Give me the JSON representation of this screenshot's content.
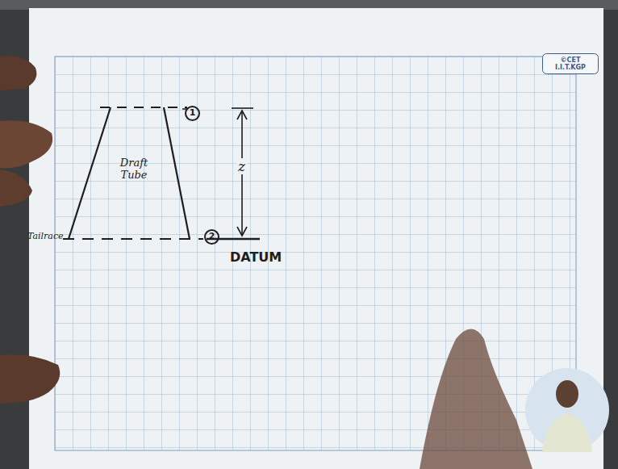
{
  "diagram": {
    "nodes": [
      {
        "text": [
          "©CET I.I.T.KGP"
        ]
      },
      {
        "text": [
          "Draft Tube"
        ]
      },
      {
        "text": [
          "1"
        ]
      },
      {
        "text": [
          "2"
        ]
      }
    ],
    "labels": [
      "Tailrace",
      "z",
      "DATUM"
    ]
  }
}
